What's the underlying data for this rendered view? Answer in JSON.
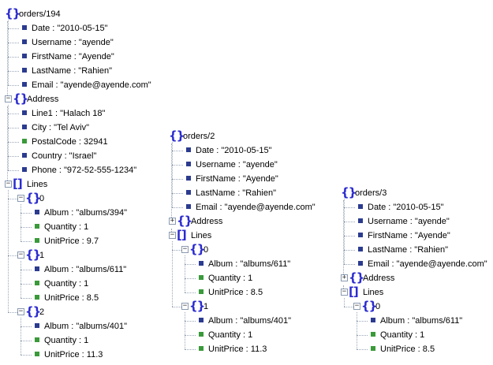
{
  "trees": [
    {
      "id": "orders/194",
      "rows": [
        {
          "depth": 0,
          "kind": "obj",
          "label": "orders/194",
          "collapsible": false
        },
        {
          "depth": 1,
          "kind": "str",
          "label": "Date : \"2010-05-15\""
        },
        {
          "depth": 1,
          "kind": "str",
          "label": "Username : \"ayende\""
        },
        {
          "depth": 1,
          "kind": "str",
          "label": "FirstName : \"Ayende\""
        },
        {
          "depth": 1,
          "kind": "str",
          "label": "LastName : \"Rahien\""
        },
        {
          "depth": 1,
          "kind": "str",
          "label": "Email : \"ayende@ayende.com\""
        },
        {
          "depth": 0,
          "kind": "obj",
          "label": "Address",
          "collapsible": true,
          "expanded": true
        },
        {
          "depth": 1,
          "kind": "str",
          "label": "Line1 : \"Halach 18\""
        },
        {
          "depth": 1,
          "kind": "str",
          "label": "City : \"Tel Aviv\""
        },
        {
          "depth": 1,
          "kind": "num",
          "label": "PostalCode : 32941"
        },
        {
          "depth": 1,
          "kind": "str",
          "label": "Country : \"Israel\""
        },
        {
          "depth": 1,
          "kind": "str",
          "label": "Phone : \"972-52-555-1234\""
        },
        {
          "depth": 0,
          "kind": "arr",
          "label": "Lines",
          "collapsible": true,
          "expanded": true
        },
        {
          "depth": 1,
          "kind": "obj",
          "label": "0",
          "collapsible": true,
          "expanded": true
        },
        {
          "depth": 2,
          "kind": "str",
          "label": "Album : \"albums/394\""
        },
        {
          "depth": 2,
          "kind": "num",
          "label": "Quantity : 1"
        },
        {
          "depth": 2,
          "kind": "num",
          "label": "UnitPrice : 9.7"
        },
        {
          "depth": 1,
          "kind": "obj",
          "label": "1",
          "collapsible": true,
          "expanded": true
        },
        {
          "depth": 2,
          "kind": "str",
          "label": "Album : \"albums/611\""
        },
        {
          "depth": 2,
          "kind": "num",
          "label": "Quantity : 1"
        },
        {
          "depth": 2,
          "kind": "num",
          "label": "UnitPrice : 8.5"
        },
        {
          "depth": 1,
          "kind": "obj",
          "label": "2",
          "collapsible": true,
          "expanded": true
        },
        {
          "depth": 2,
          "kind": "str",
          "label": "Album : \"albums/401\""
        },
        {
          "depth": 2,
          "kind": "num",
          "label": "Quantity : 1"
        },
        {
          "depth": 2,
          "kind": "num",
          "label": "UnitPrice : 11.3"
        }
      ]
    },
    {
      "id": "orders/2",
      "rows": [
        {
          "depth": 0,
          "kind": "obj",
          "label": "orders/2",
          "collapsible": false
        },
        {
          "depth": 1,
          "kind": "str",
          "label": "Date : \"2010-05-15\""
        },
        {
          "depth": 1,
          "kind": "str",
          "label": "Username : \"ayende\""
        },
        {
          "depth": 1,
          "kind": "str",
          "label": "FirstName : \"Ayende\""
        },
        {
          "depth": 1,
          "kind": "str",
          "label": "LastName : \"Rahien\""
        },
        {
          "depth": 1,
          "kind": "str",
          "label": "Email : \"ayende@ayende.com\""
        },
        {
          "depth": 0,
          "kind": "obj",
          "label": "Address",
          "collapsible": true,
          "expanded": false
        },
        {
          "depth": 0,
          "kind": "arr",
          "label": "Lines",
          "collapsible": true,
          "expanded": true
        },
        {
          "depth": 1,
          "kind": "obj",
          "label": "0",
          "collapsible": true,
          "expanded": true
        },
        {
          "depth": 2,
          "kind": "str",
          "label": "Album : \"albums/611\""
        },
        {
          "depth": 2,
          "kind": "num",
          "label": "Quantity : 1"
        },
        {
          "depth": 2,
          "kind": "num",
          "label": "UnitPrice : 8.5"
        },
        {
          "depth": 1,
          "kind": "obj",
          "label": "1",
          "collapsible": true,
          "expanded": true
        },
        {
          "depth": 2,
          "kind": "str",
          "label": "Album : \"albums/401\""
        },
        {
          "depth": 2,
          "kind": "num",
          "label": "Quantity : 1"
        },
        {
          "depth": 2,
          "kind": "num",
          "label": "UnitPrice : 11.3"
        }
      ]
    },
    {
      "id": "orders/3",
      "rows": [
        {
          "depth": 0,
          "kind": "obj",
          "label": "orders/3",
          "collapsible": false
        },
        {
          "depth": 1,
          "kind": "str",
          "label": "Date : \"2010-05-15\""
        },
        {
          "depth": 1,
          "kind": "str",
          "label": "Username : \"ayende\""
        },
        {
          "depth": 1,
          "kind": "str",
          "label": "FirstName : \"Ayende\""
        },
        {
          "depth": 1,
          "kind": "str",
          "label": "LastName : \"Rahien\""
        },
        {
          "depth": 1,
          "kind": "str",
          "label": "Email : \"ayende@ayende.com\""
        },
        {
          "depth": 0,
          "kind": "obj",
          "label": "Address",
          "collapsible": true,
          "expanded": false
        },
        {
          "depth": 0,
          "kind": "arr",
          "label": "Lines",
          "collapsible": true,
          "expanded": true
        },
        {
          "depth": 1,
          "kind": "obj",
          "label": "0",
          "collapsible": true,
          "expanded": true
        },
        {
          "depth": 2,
          "kind": "str",
          "label": "Album : \"albums/611\""
        },
        {
          "depth": 2,
          "kind": "num",
          "label": "Quantity : 1"
        },
        {
          "depth": 2,
          "kind": "num",
          "label": "UnitPrice : 8.5"
        }
      ]
    }
  ],
  "colors": {
    "string_marker": "#2b3b8f",
    "number_marker": "#3a9a3a",
    "brace": "#2b2bd0",
    "connector": "#9aa7b8"
  },
  "icons": {
    "object": "curly-braces-icon",
    "array": "square-brackets-icon",
    "expanded": "minus-box-icon",
    "collapsed": "plus-box-icon",
    "string_value": "blue-square-icon",
    "number_value": "green-square-icon"
  }
}
